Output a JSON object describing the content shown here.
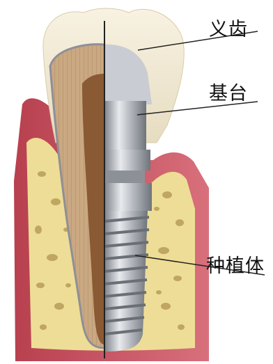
{
  "labels": {
    "crown": "义齿",
    "abutment": "基台",
    "implant": "种植体"
  },
  "colors": {
    "crown": "#f0e7cf",
    "gum": "#c94f5e",
    "bone": "#eedd96",
    "metal": "#b9bcc2",
    "root": "#c7a57e"
  }
}
